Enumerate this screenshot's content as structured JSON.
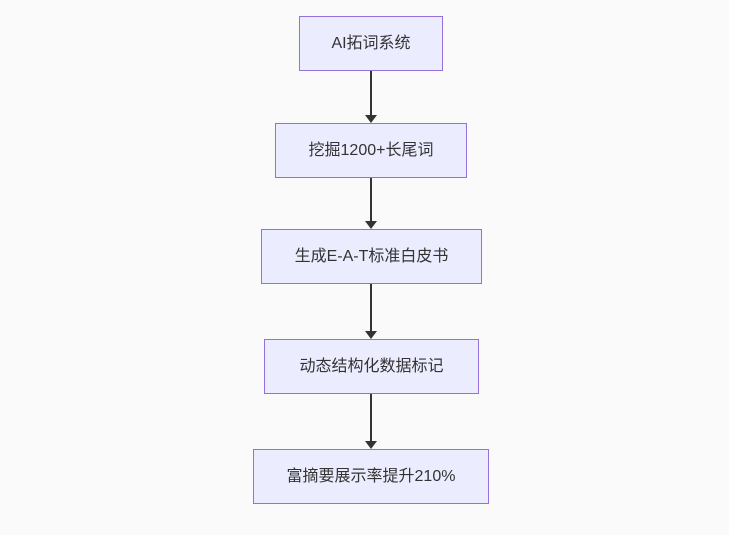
{
  "diagram": {
    "type": "flowchart",
    "direction": "top-down",
    "nodes": [
      {
        "id": "A",
        "label": "AI拓词系统"
      },
      {
        "id": "B",
        "label": "挖掘1200+长尾词"
      },
      {
        "id": "C",
        "label": "生成E-A-T标准白皮书"
      },
      {
        "id": "D",
        "label": "动态结构化数据标记"
      },
      {
        "id": "E",
        "label": "富摘要展示率提升210%"
      }
    ],
    "edges": [
      {
        "from": "A",
        "to": "B"
      },
      {
        "from": "B",
        "to": "C"
      },
      {
        "from": "C",
        "to": "D"
      },
      {
        "from": "D",
        "to": "E"
      }
    ],
    "colors": {
      "bg": "#fafafa",
      "node-fill": "#ECECFF",
      "node-border": "#9370DB",
      "arrow": "#333333",
      "text": "#333333"
    }
  }
}
